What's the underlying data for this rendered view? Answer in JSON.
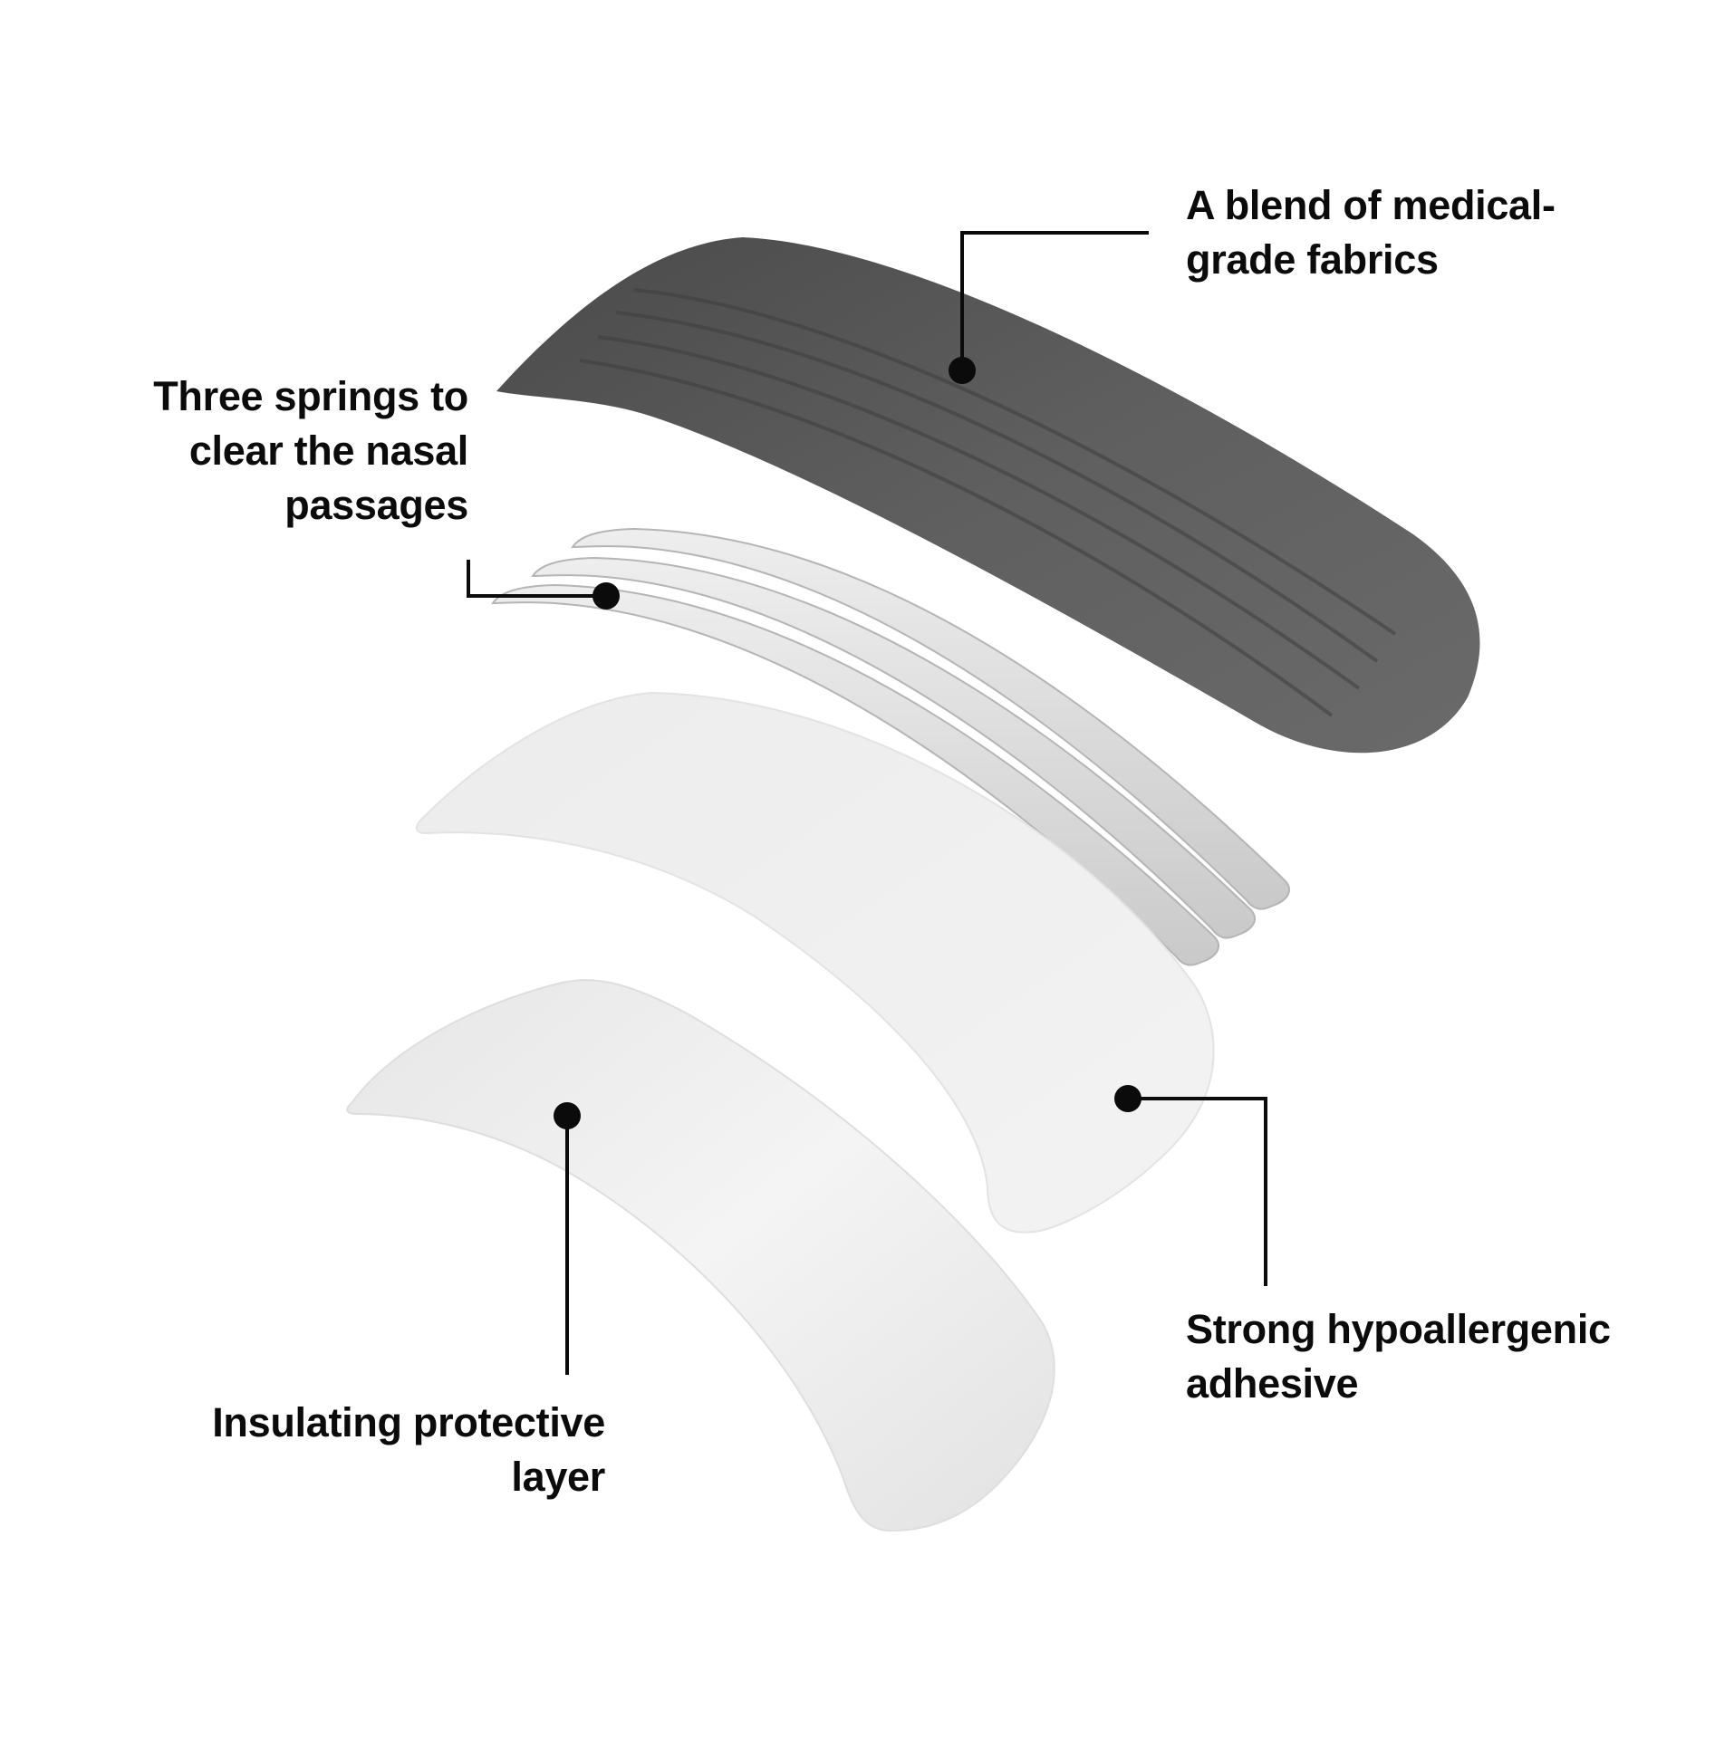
{
  "diagram": {
    "callouts": [
      {
        "id": "fabric",
        "lines": [
          "A blend of medical-",
          "grade fabrics"
        ]
      },
      {
        "id": "springs",
        "lines": [
          "Three springs to",
          "clear the nasal",
          "passages"
        ]
      },
      {
        "id": "adhesive",
        "lines": [
          "Strong hypoallergenic",
          "adhesive"
        ]
      },
      {
        "id": "liner",
        "lines": [
          "Insulating protective",
          "layer"
        ]
      }
    ],
    "colors": {
      "fabric": "#5b5b5b",
      "spring": "#d9d9d9",
      "adhesive": "#eeeeee",
      "liner": "#f1f1f1",
      "leader": "#0b0b0b"
    }
  }
}
